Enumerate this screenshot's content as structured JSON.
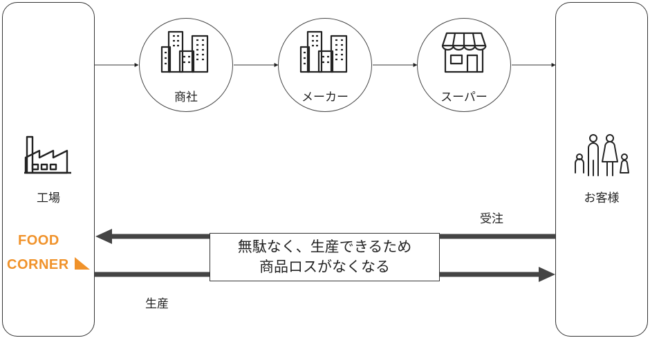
{
  "left_box": {
    "label": "工場",
    "icon": "factory-icon"
  },
  "right_box": {
    "label": "お客様",
    "icon": "family-icon"
  },
  "nodes": [
    {
      "label": "商社",
      "icon": "office-buildings-icon"
    },
    {
      "label": "メーカー",
      "icon": "office-buildings-icon"
    },
    {
      "label": "スーパー",
      "icon": "supermarket-store-icon"
    }
  ],
  "arrows": {
    "order_label": "受注",
    "production_label": "生産"
  },
  "callout": {
    "line1": "無駄なく、生産できるため",
    "line2": "商品ロスがなくなる"
  },
  "logo": {
    "line1": "FOOD",
    "line2": "CORNER",
    "color": "#f0922a"
  }
}
